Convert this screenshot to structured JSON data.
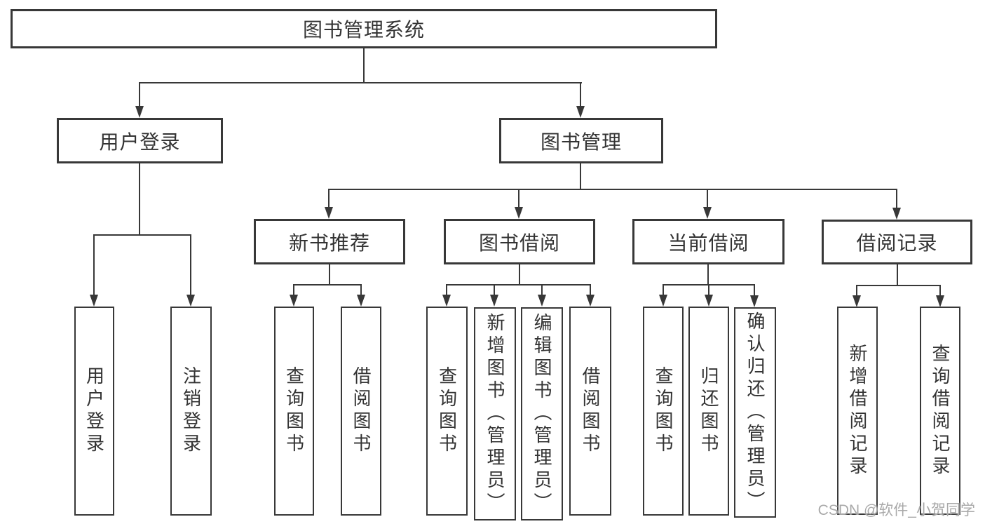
{
  "diagram_type": "hierarchy-tree",
  "colors": {
    "line": "#383838",
    "box_border": "#383838",
    "box_fill": "#ffffff",
    "text": "#333333",
    "watermark": "#a9a9a9"
  },
  "tree": {
    "label": "图书管理系统",
    "children": [
      {
        "label": "用户登录",
        "children": [
          {
            "label": "用户登录"
          },
          {
            "label": "注销登录"
          }
        ]
      },
      {
        "label": "图书管理",
        "children": [
          {
            "label": "新书推荐",
            "children": [
              {
                "label": "查询图书"
              },
              {
                "label": "借阅图书"
              }
            ]
          },
          {
            "label": "图书借阅",
            "children": [
              {
                "label": "查询图书"
              },
              {
                "label": "新增图书（管理员）"
              },
              {
                "label": "编辑图书（管理员）"
              },
              {
                "label": "借阅图书"
              }
            ]
          },
          {
            "label": "当前借阅",
            "children": [
              {
                "label": "查询图书"
              },
              {
                "label": "归还图书"
              },
              {
                "label": "确认归还（管理员）"
              }
            ]
          },
          {
            "label": "借阅记录",
            "children": [
              {
                "label": "新增借阅记录"
              },
              {
                "label": "查询借阅记录"
              }
            ]
          }
        ]
      }
    ]
  },
  "watermark": "CSDN @软件_小贺同学"
}
